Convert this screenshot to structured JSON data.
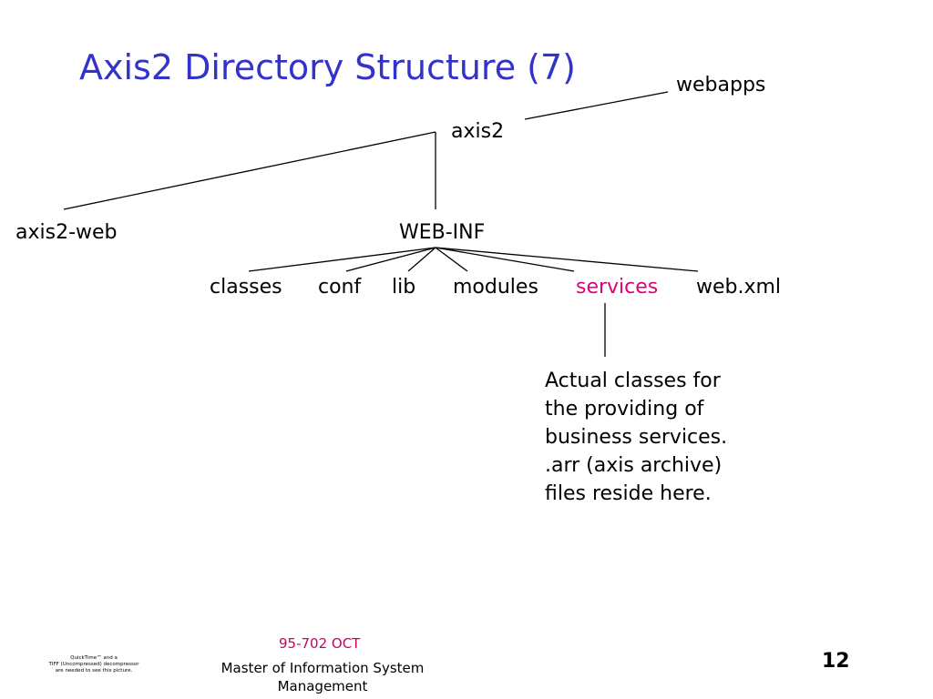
{
  "slide": {
    "title": "Axis2 Directory Structure (7)",
    "accent_color": "#3333cc",
    "highlight_color": "#e0007a"
  },
  "tree": {
    "webapps": "webapps",
    "axis2": "axis2",
    "axis2_web": "axis2-web",
    "web_inf": "WEB-INF",
    "children": {
      "classes": "classes",
      "conf": "conf",
      "lib": "lib",
      "modules": "modules",
      "services": "services",
      "web_xml": "web.xml"
    }
  },
  "description": {
    "lines": [
      "Actual classes for",
      "the providing of",
      "business services.",
      ".arr (axis archive)",
      "files reside here."
    ]
  },
  "footer": {
    "quicktime_lines": [
      "QuickTime™ and a",
      "TIFF (Uncompressed) decompressor",
      "are needed to see this picture."
    ],
    "course": "95-702 OCT",
    "program_line1": "Master of Information System",
    "program_line2": "Management",
    "page_number": "12"
  }
}
